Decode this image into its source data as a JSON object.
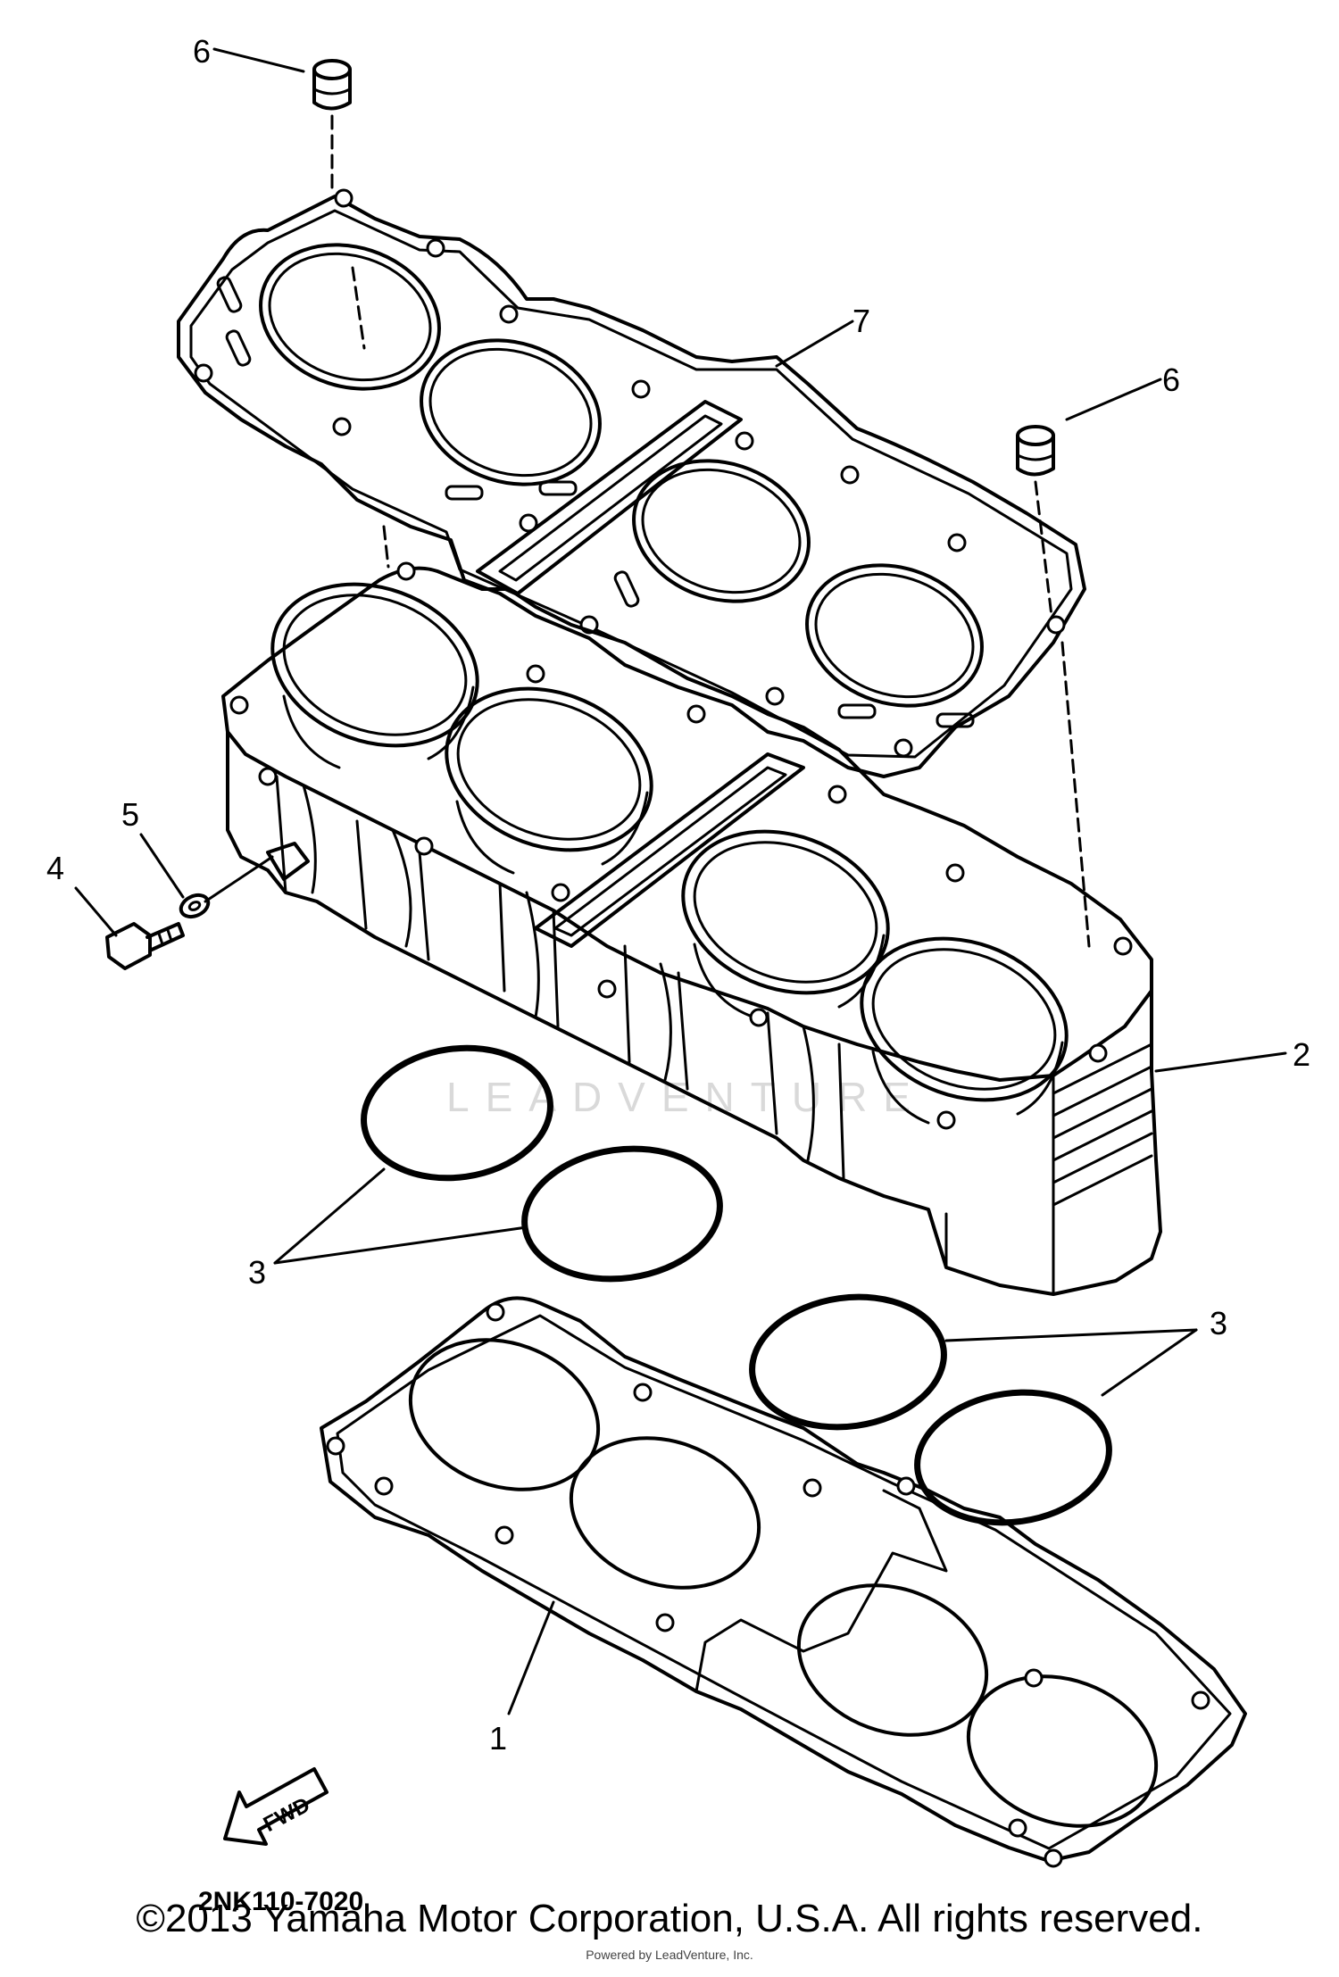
{
  "diagram": {
    "part_code": "2NK110-7020",
    "fwd_label": "FWD",
    "watermark": "LEADVENTURE",
    "callouts": [
      "1",
      "2",
      "3",
      "3",
      "4",
      "5",
      "6",
      "6",
      "7"
    ]
  },
  "footer": {
    "copyright": "©2013 Yamaha Motor Corporation, U.S.A. All rights reserved.",
    "sub": "Powered by LeadVenture, Inc."
  }
}
